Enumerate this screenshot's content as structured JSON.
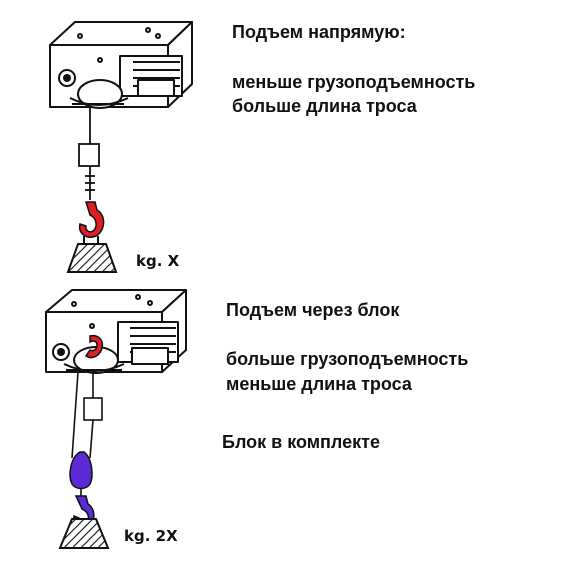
{
  "direct": {
    "heading": "Подъем напрямую:",
    "line1": "меньше грузоподъемность",
    "line2": "больше длина троса",
    "weight_label": "kg.   X"
  },
  "pulley": {
    "heading": "Подъем через блок",
    "line1": "больше грузоподъемность",
    "line2": "меньше длина троса",
    "note": "Блок в комплекте",
    "weight_label": "kg.   2X"
  },
  "colors": {
    "hook_red": "#e01e25",
    "pulley_purple": "#5a2bd6",
    "line": "#111111"
  }
}
